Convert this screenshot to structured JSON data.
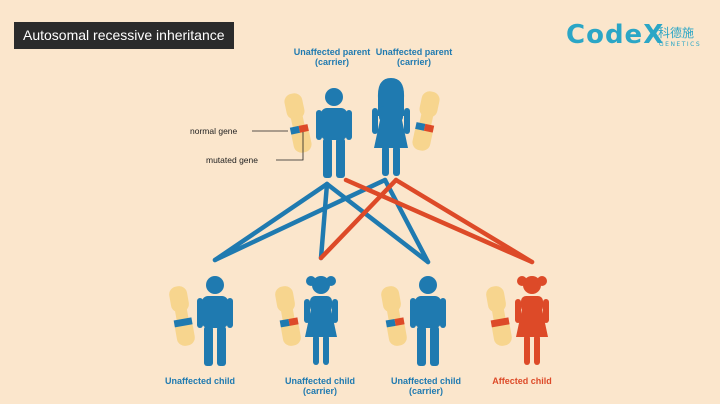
{
  "title": "Autosomal recessive inheritance",
  "logo": {
    "word": "CodeX",
    "chinese": "科德施",
    "sub": "GENETICS"
  },
  "parents": [
    {
      "line1": "Unaffected parent",
      "line2": "(carrier)"
    },
    {
      "line1": "Unaffected parent",
      "line2": "(carrier)"
    }
  ],
  "annotations": {
    "normal": "normal gene",
    "mutated": "mutated gene"
  },
  "children": [
    {
      "line1": "Unaffected child",
      "line2": ""
    },
    {
      "line1": "Unaffected child",
      "line2": "(carrier)"
    },
    {
      "line1": "Unaffected child",
      "line2": "(carrier)"
    },
    {
      "line1": "Affected child",
      "line2": ""
    }
  ],
  "colors": {
    "blue": "#1f7ab0",
    "red": "#dd4a28",
    "chromosome": "#f7d58e",
    "background": "#fbe6cc"
  }
}
